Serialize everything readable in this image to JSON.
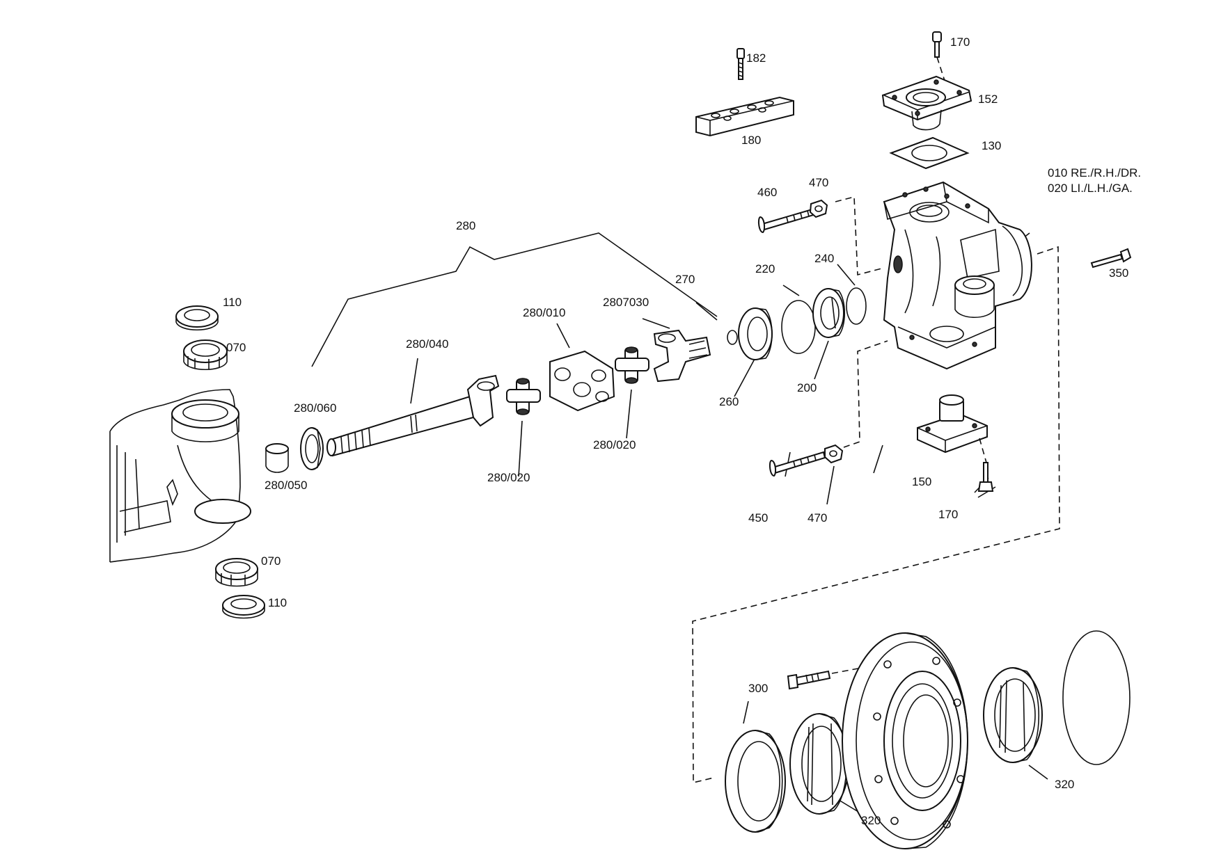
{
  "callouts": {
    "p110_top": "110",
    "p070_top": "070",
    "p070_bottom": "070",
    "p110_bottom": "110",
    "p280": "280",
    "p280_060": "280/060",
    "p280_050": "280/050",
    "p280_040": "280/040",
    "p280_010": "280/010",
    "p280_020_a": "280/020",
    "p280_020_b": "280/020",
    "p2807030": "2807030",
    "p270": "270",
    "p260": "260",
    "p220": "220",
    "p200": "200",
    "p240": "240",
    "p460": "460",
    "p470_top": "470",
    "p450": "450",
    "p470_bottom": "470",
    "p182": "182",
    "p180": "180",
    "p170_top": "170",
    "p152": "152",
    "p130": "130",
    "p010": "010 RE./R.H./DR.",
    "p020": "020 LI./L.H./GA.",
    "p350": "350",
    "p150": "150",
    "p170_bottom": "170",
    "p300": "300",
    "p320_left": "320",
    "p320_right": "320"
  },
  "colors": {
    "line": "#111111",
    "background": "#ffffff"
  }
}
